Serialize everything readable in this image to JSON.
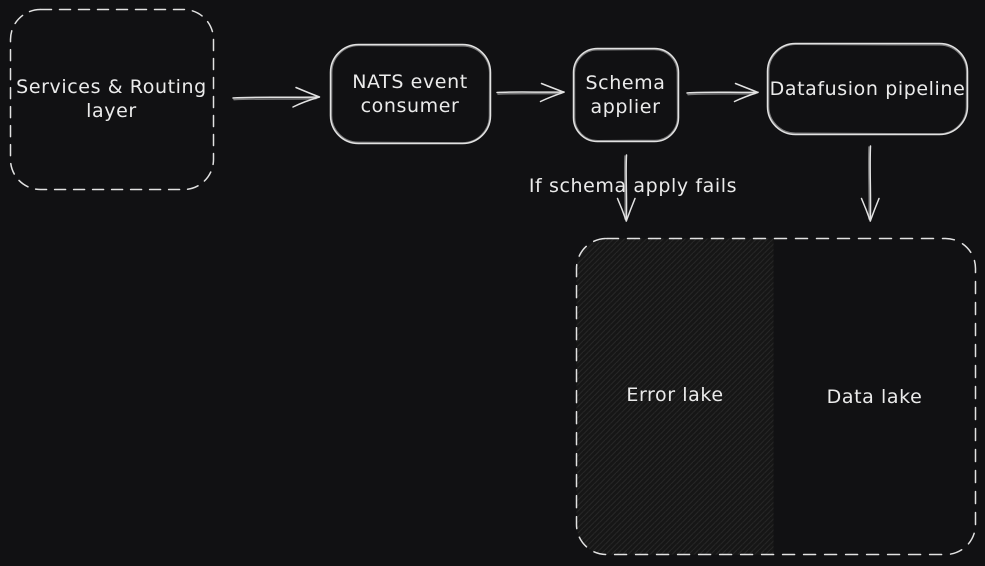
{
  "diagram": {
    "nodes": {
      "services": {
        "line1": "Services & Routing",
        "line2": "layer"
      },
      "nats": {
        "line1": "NATS event",
        "line2": "consumer"
      },
      "schema": {
        "line1": "Schema",
        "line2": "applier"
      },
      "datafusion": {
        "label": "Datafusion pipeline"
      }
    },
    "edges": {
      "fail_label": "If schema apply fails"
    },
    "lakes": {
      "error_label": "Error lake",
      "data_label": "Data lake"
    },
    "colors": {
      "background": "#111113",
      "stroke": "#e2e2e2",
      "text": "#ebebeb",
      "hatch_base": "#161616",
      "hatch_line": "#262626"
    }
  }
}
